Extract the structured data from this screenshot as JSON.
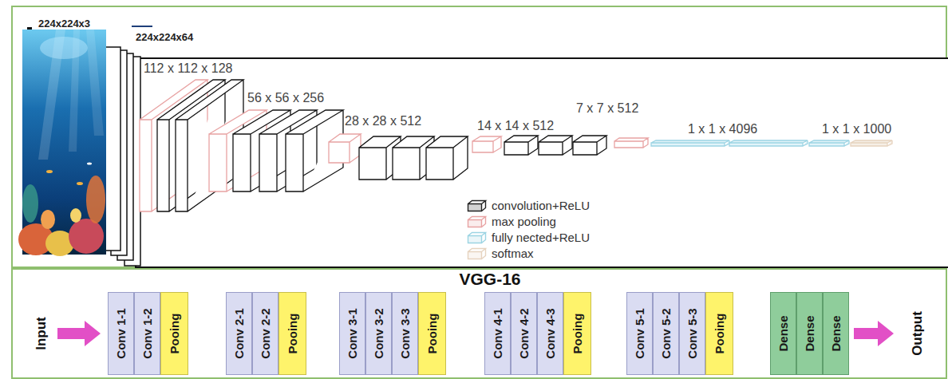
{
  "diagram": {
    "title": "VGG-16",
    "nodes": [
      {
        "text": [
          "Conv 1-1"
        ]
      },
      {
        "text": [
          "Conv 1-2"
        ]
      },
      {
        "text": [
          "Pooing"
        ]
      },
      {
        "text": [
          "Conv 2-1"
        ]
      },
      {
        "text": [
          "Conv 2-2"
        ]
      },
      {
        "text": [
          "Pooing"
        ]
      },
      {
        "text": [
          "Conv 3-1"
        ]
      },
      {
        "text": [
          "Conv 3-2"
        ]
      },
      {
        "text": [
          "Conv 3-3"
        ]
      },
      {
        "text": [
          "Pooing"
        ]
      },
      {
        "text": [
          "Conv 4-1"
        ]
      },
      {
        "text": [
          "Conv 4-2"
        ]
      },
      {
        "text": [
          "Conv 4-3"
        ]
      },
      {
        "text": [
          "Pooing"
        ]
      },
      {
        "text": [
          "Conv 5-1"
        ]
      },
      {
        "text": [
          "Conv 5-2"
        ]
      },
      {
        "text": [
          "Conv 5-3"
        ]
      },
      {
        "text": [
          "Pooing"
        ]
      },
      {
        "text": [
          "Dense"
        ]
      },
      {
        "text": [
          "Dense"
        ]
      },
      {
        "text": [
          "Dense"
        ]
      }
    ],
    "labels": [
      "224x224x3",
      "224x224x64",
      "112 x 112 x 128",
      "56 x 56 x 256",
      "28 x 28 x 512",
      "14 x 14 x 512",
      "7 x 7 x 512",
      "1 x 1 x 4096",
      "1 x 1 x 1000",
      "Input",
      "Output"
    ],
    "legend": [
      {
        "text": "convolution+ReLU",
        "color": "#222222"
      },
      {
        "text": "max pooling",
        "color": "#e8a3a3"
      },
      {
        "text": "fully nected+ReLU",
        "color": "#9cd4e3"
      },
      {
        "text": "softmax",
        "color": "#e6d3bf"
      }
    ]
  }
}
